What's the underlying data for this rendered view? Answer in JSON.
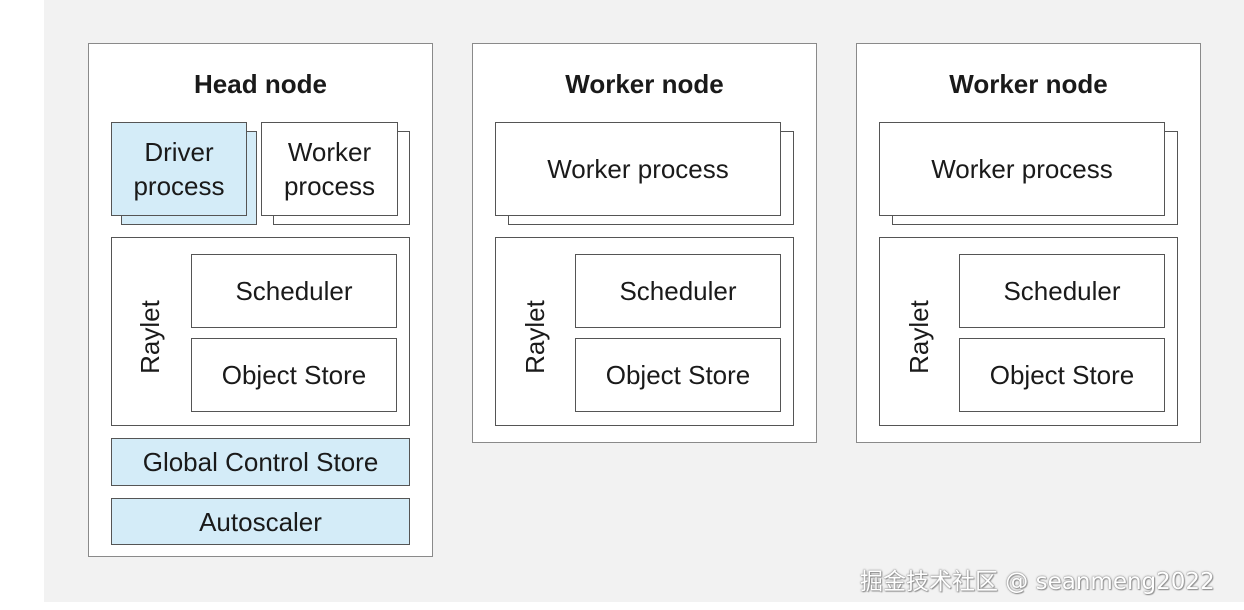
{
  "nodes": [
    {
      "title": "Head node",
      "processes": [
        {
          "label": "Driver\nprocess",
          "color": "#d4ecf8"
        },
        {
          "label": "Worker\nprocess"
        }
      ],
      "raylet": {
        "label": "Raylet",
        "components": [
          "Scheduler",
          "Object Store"
        ]
      },
      "services": [
        "Global Control Store",
        "Autoscaler"
      ]
    },
    {
      "title": "Worker node",
      "processes": [
        {
          "label": "Worker process"
        }
      ],
      "raylet": {
        "label": "Raylet",
        "components": [
          "Scheduler",
          "Object Store"
        ]
      }
    },
    {
      "title": "Worker node",
      "processes": [
        {
          "label": "Worker process"
        }
      ],
      "raylet": {
        "label": "Raylet",
        "components": [
          "Scheduler",
          "Object Store"
        ]
      }
    }
  ],
  "watermark": "掘金技术社区 @ seanmeng2022",
  "colors": {
    "accent_fill": "#d4ecf8",
    "border": "#555555",
    "background": "#f2f2f2"
  }
}
